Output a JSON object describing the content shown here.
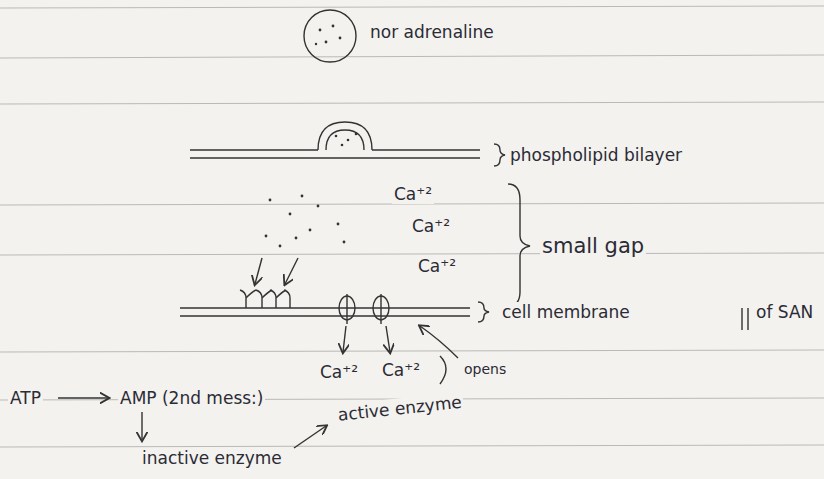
{
  "diagram": {
    "labels": [
      "nor adrenaline",
      "phospholipid bilayer",
      "Ca⁺²",
      "Ca⁺²",
      "small gap",
      "Ca⁺²",
      "cell membrane",
      "of SAN",
      "Ca⁺²",
      "Ca⁺²",
      "opens",
      "ATP",
      "AMP (2nd mess:)",
      "active enzyme",
      "inactive enzyme"
    ]
  }
}
